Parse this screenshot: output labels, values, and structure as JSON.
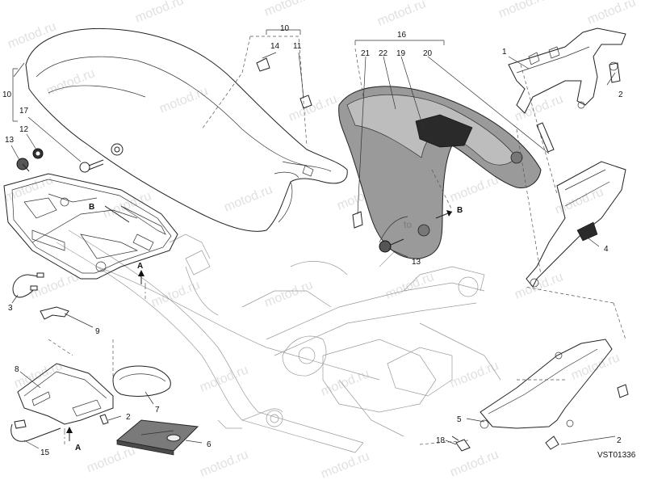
{
  "watermark": "motod.ru",
  "drawing_code": "VST01336",
  "refs": {
    "n1": "1",
    "n2a": "2",
    "n2b": "2",
    "n2c": "2",
    "n3": "3",
    "n4": "4",
    "n5": "5",
    "n6": "6",
    "n7": "7",
    "n8": "8",
    "n9": "9",
    "n10a": "10",
    "n10b": "10",
    "n11": "11",
    "n12": "12",
    "n13a": "13",
    "n13b": "13",
    "n14": "14",
    "n15": "15",
    "n16": "16",
    "n17": "17",
    "n18": "18",
    "n19": "19",
    "n20": "20",
    "n21": "21",
    "n22": "22"
  },
  "letters": {
    "A1": "A",
    "A2": "A",
    "B1": "B",
    "B2": "B"
  },
  "colors": {
    "line": "#222222",
    "shade": "#9a9a9a",
    "dark": "#2a2a2a",
    "watermark": "#c8c8c8"
  }
}
